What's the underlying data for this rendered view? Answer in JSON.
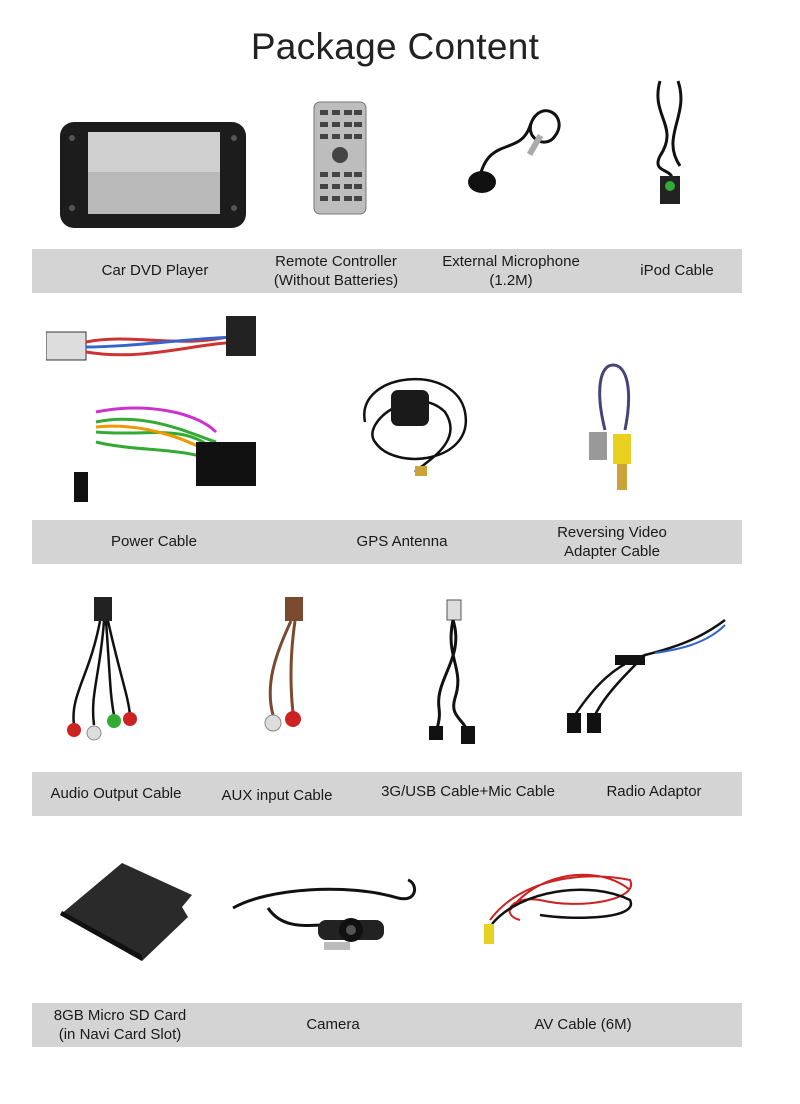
{
  "title": "Package Content",
  "rows": [
    {
      "items": [
        {
          "label": "Car DVD Player"
        },
        {
          "label": "Remote Controller",
          "label2": "(Without Batteries)"
        },
        {
          "label": "External Microphone",
          "label2": "(1.2M)"
        },
        {
          "label": "iPod Cable"
        }
      ]
    },
    {
      "items": [
        {
          "label": "Power Cable"
        },
        {
          "label": "GPS Antenna"
        },
        {
          "label": "Reversing Video",
          "label2": "Adapter Cable"
        }
      ]
    },
    {
      "items": [
        {
          "label": "Audio Output Cable"
        },
        {
          "label": "AUX input Cable"
        },
        {
          "label": "3G/USB Cable+Mic Cable"
        },
        {
          "label": "Radio Adaptor"
        }
      ]
    },
    {
      "items": [
        {
          "label": "8GB Micro SD Card",
          "label2": "(in Navi Card Slot)"
        },
        {
          "label": "Camera"
        },
        {
          "label": "AV Cable (6M)"
        }
      ]
    }
  ]
}
